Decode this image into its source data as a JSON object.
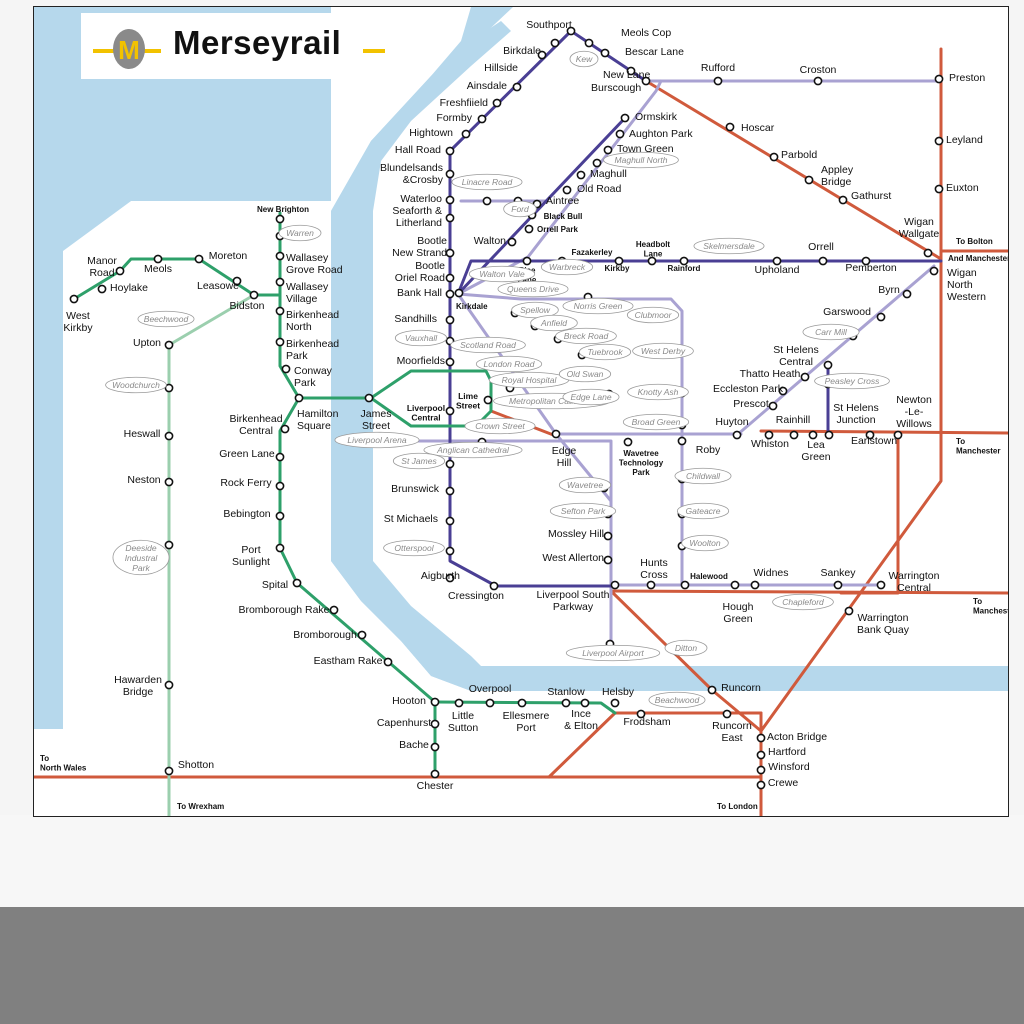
{
  "title": "Merseyrail",
  "logo_letter": "M",
  "colors": {
    "water": "#b6d8ec",
    "land": "#ffffff",
    "wirral_line": "#2ea06a",
    "chester_branch": "#2ea06a",
    "northern_line": "#4a3f94",
    "city_line": "#a9a2d2",
    "national_rail": "#d05a3c",
    "borderlands": "#9bcfae",
    "logo_yellow": "#f2c200",
    "logo_grey": "#8a8a8a"
  },
  "stations": [
    {
      "id": "southport",
      "name": "Southport"
    },
    {
      "id": "meols_cop",
      "name": "Meols Cop"
    },
    {
      "id": "bescar_lane",
      "name": "Bescar Lane"
    },
    {
      "id": "kew",
      "name": "Kew"
    },
    {
      "id": "new_lane",
      "name": "New Lane"
    },
    {
      "id": "burscough",
      "name": "Burscough"
    },
    {
      "id": "rufford",
      "name": "Rufford"
    },
    {
      "id": "croston",
      "name": "Croston"
    },
    {
      "id": "preston",
      "name": "Preston"
    },
    {
      "id": "birkdale",
      "name": "Birkdale"
    },
    {
      "id": "hillside",
      "name": "Hillside"
    },
    {
      "id": "ainsdale",
      "name": "Ainsdale"
    },
    {
      "id": "freshfield",
      "name": "Freshfiield"
    },
    {
      "id": "formby",
      "name": "Formby"
    },
    {
      "id": "hightown",
      "name": "Hightown"
    },
    {
      "id": "hall_road",
      "name": "Hall Road"
    },
    {
      "id": "blundellsands",
      "name": "Blundelsands &Crosby"
    },
    {
      "id": "waterloo",
      "name": "Waterloo"
    },
    {
      "id": "seaforth",
      "name": "Seaforth & Litherland"
    },
    {
      "id": "bootle_new_strand",
      "name": "Bootle New Strand"
    },
    {
      "id": "bootle_oriel_road",
      "name": "Bootle Oriel Road"
    },
    {
      "id": "bank_hall",
      "name": "Bank Hall"
    },
    {
      "id": "sandhills",
      "name": "Sandhills"
    },
    {
      "id": "vauxhall",
      "name": "Vauxhall"
    },
    {
      "id": "moorfields",
      "name": "Moorfields"
    },
    {
      "id": "liverpool_central",
      "name": "Liverpool Central"
    },
    {
      "id": "lime_street",
      "name": "Lime Street"
    },
    {
      "id": "james_street",
      "name": "James Street"
    },
    {
      "id": "ormskirk",
      "name": "Ormskirk"
    },
    {
      "id": "aughton_park",
      "name": "Aughton Park"
    },
    {
      "id": "town_green",
      "name": "Town Green"
    },
    {
      "id": "maghull_north",
      "name": "Maghull North"
    },
    {
      "id": "maghull",
      "name": "Maghull"
    },
    {
      "id": "old_road",
      "name": "Old Road"
    },
    {
      "id": "aintree",
      "name": "Aintree"
    },
    {
      "id": "linacre_road",
      "name": "Linacre Road"
    },
    {
      "id": "ford",
      "name": "Ford"
    },
    {
      "id": "black_bull",
      "name": "Black Bull"
    },
    {
      "id": "orrell_park",
      "name": "Orrell Park"
    },
    {
      "id": "walton",
      "name": "Walton"
    },
    {
      "id": "kirkdale",
      "name": "Kirkdale"
    },
    {
      "id": "hoscar",
      "name": "Hoscar"
    },
    {
      "id": "parbold",
      "name": "Parbold"
    },
    {
      "id": "appley_bridge",
      "name": "Appley Bridge"
    },
    {
      "id": "gathurst",
      "name": "Gathurst"
    },
    {
      "id": "wigan_wallgate",
      "name": "Wigan Wallgate"
    },
    {
      "id": "wigan_north_western",
      "name": "Wigan North Western"
    },
    {
      "id": "leyland",
      "name": "Leyland"
    },
    {
      "id": "euxton",
      "name": "Euxton"
    },
    {
      "id": "fazakerley",
      "name": "Fazakerley"
    },
    {
      "id": "headbolt_lane",
      "name": "Headbolt Lane"
    },
    {
      "id": "kirkby",
      "name": "Kirkby"
    },
    {
      "id": "rainford",
      "name": "Rainford"
    },
    {
      "id": "skelmersdale",
      "name": "Skelmersdale"
    },
    {
      "id": "upholand",
      "name": "Upholand"
    },
    {
      "id": "orrell",
      "name": "Orrell"
    },
    {
      "id": "pemberton",
      "name": "Pemberton"
    },
    {
      "id": "rice_lane",
      "name": "Rice Lane"
    },
    {
      "id": "warbreck",
      "name": "Warbreck"
    },
    {
      "id": "walton_vale",
      "name": "Walton Vale"
    },
    {
      "id": "queens_drive",
      "name": "Queens Drive"
    },
    {
      "id": "spellow",
      "name": "Spellow"
    },
    {
      "id": "anfield",
      "name": "Anfield"
    },
    {
      "id": "breck_road",
      "name": "Breck Road"
    },
    {
      "id": "tuebrook",
      "name": "Tuebrook"
    },
    {
      "id": "norris_green",
      "name": "Norris Green"
    },
    {
      "id": "clubmoor",
      "name": "Clubmoor"
    },
    {
      "id": "west_derby",
      "name": "West Derby"
    },
    {
      "id": "knotty_ash",
      "name": "Knotty Ash"
    },
    {
      "id": "broad_green",
      "name": "Broad Green"
    },
    {
      "id": "roby",
      "name": "Roby"
    },
    {
      "id": "huyton",
      "name": "Huyton"
    },
    {
      "id": "whiston",
      "name": "Whiston"
    },
    {
      "id": "rainhill",
      "name": "Rainhill"
    },
    {
      "id": "lea_green",
      "name": "Lea Green"
    },
    {
      "id": "st_helens_junction",
      "name": "St Helens Junction"
    },
    {
      "id": "earlstown",
      "name": "Earlstown"
    },
    {
      "id": "newton_le_willows",
      "name": "Newton -Le- Willows"
    },
    {
      "id": "scotland_road",
      "name": "Scotland Road"
    },
    {
      "id": "london_road",
      "name": "London Road"
    },
    {
      "id": "royal_hospital",
      "name": "Royal Hospital"
    },
    {
      "id": "metropolitan_cathedral",
      "name": "Metropolitan Cathedral"
    },
    {
      "id": "old_swan",
      "name": "Old Swan"
    },
    {
      "id": "edge_lane",
      "name": "Edge Lane"
    },
    {
      "id": "crown_street",
      "name": "Crown Street"
    },
    {
      "id": "edge_hill",
      "name": "Edge Hill"
    },
    {
      "id": "wavetree_tech",
      "name": "Wavetree Technology Park"
    },
    {
      "id": "liverpool_arena",
      "name": "Liverpool Arena"
    },
    {
      "id": "anglican_cathedral",
      "name": "Anglican Cathedral"
    },
    {
      "id": "st_james",
      "name": "St James"
    },
    {
      "id": "brunswick",
      "name": "Brunswick"
    },
    {
      "id": "st_michaels",
      "name": "St Michaels"
    },
    {
      "id": "otterspool",
      "name": "Otterspool"
    },
    {
      "id": "aigburth",
      "name": "Aigburth"
    },
    {
      "id": "cressington",
      "name": "Cressington"
    },
    {
      "id": "wavetree",
      "name": "Wavetree"
    },
    {
      "id": "sefton_park",
      "name": "Sefton Park"
    },
    {
      "id": "mossley_hill",
      "name": "Mossley Hill"
    },
    {
      "id": "west_allerton",
      "name": "West Allerton"
    },
    {
      "id": "liverpool_south_parkway",
      "name": "Liverpool South Parkway"
    },
    {
      "id": "liverpool_airport",
      "name": "Liverpool Airport"
    },
    {
      "id": "hunts_cross",
      "name": "Hunts Cross"
    },
    {
      "id": "halewood",
      "name": "Halewood"
    },
    {
      "id": "childwall",
      "name": "Childwall"
    },
    {
      "id": "gateacre",
      "name": "Gateacre"
    },
    {
      "id": "woolton",
      "name": "Woolton"
    },
    {
      "id": "widnes",
      "name": "Widnes"
    },
    {
      "id": "sankey",
      "name": "Sankey"
    },
    {
      "id": "warrington_central",
      "name": "Warrington Central"
    },
    {
      "id": "hough_green",
      "name": "Hough Green"
    },
    {
      "id": "chapleford",
      "name": "Chapleford"
    },
    {
      "id": "warrington_bank_quay",
      "name": "Warrington Bank Quay"
    },
    {
      "id": "ditton",
      "name": "Ditton"
    },
    {
      "id": "runcorn",
      "name": "Runcorn"
    },
    {
      "id": "runcorn_east",
      "name": "Runcorn East"
    },
    {
      "id": "frodsham",
      "name": "Frodsham"
    },
    {
      "id": "helsby",
      "name": "Helsby"
    },
    {
      "id": "beachwood_e",
      "name": "Beachwood"
    },
    {
      "id": "acton_bridge",
      "name": "Acton Bridge"
    },
    {
      "id": "hartford",
      "name": "Hartford"
    },
    {
      "id": "winsford",
      "name": "Winsford"
    },
    {
      "id": "crewe",
      "name": "Crewe"
    },
    {
      "id": "byrn",
      "name": "Byrn"
    },
    {
      "id": "garswood",
      "name": "Garswood"
    },
    {
      "id": "carr_mill",
      "name": "Carr Mill"
    },
    {
      "id": "st_helens_central",
      "name": "St Helens Central"
    },
    {
      "id": "thatto_heath",
      "name": "Thatto Heath"
    },
    {
      "id": "eccleston_park",
      "name": "Eccleston Park"
    },
    {
      "id": "prescot",
      "name": "Prescot"
    },
    {
      "id": "peasley_cross",
      "name": "Peasley Cross"
    },
    {
      "id": "new_brighton",
      "name": "New Brighton"
    },
    {
      "id": "warren",
      "name": "Warren"
    },
    {
      "id": "wallasey_grove_road",
      "name": "Wallasey Grove Road"
    },
    {
      "id": "wallasey_village",
      "name": "Wallasey Village"
    },
    {
      "id": "birkenhead_north",
      "name": "Birkenhead North"
    },
    {
      "id": "birkenhead_park",
      "name": "Birkenhead Park"
    },
    {
      "id": "conway_park",
      "name": "Conway Park"
    },
    {
      "id": "hamilton_square",
      "name": "Hamilton Square"
    },
    {
      "id": "birkenhead_central",
      "name": "Birkenhead Central"
    },
    {
      "id": "green_lane",
      "name": "Green Lane"
    },
    {
      "id": "rock_ferry",
      "name": "Rock Ferry"
    },
    {
      "id": "bebington",
      "name": "Bebington"
    },
    {
      "id": "port_sunlight",
      "name": "Port Sunlight"
    },
    {
      "id": "spital",
      "name": "Spital"
    },
    {
      "id": "bromborough_rake",
      "name": "Bromborough Rake"
    },
    {
      "id": "bromborough",
      "name": "Bromborough"
    },
    {
      "id": "eastham_rake",
      "name": "Eastham Rake"
    },
    {
      "id": "hooton",
      "name": "Hooton"
    },
    {
      "id": "capenhurst",
      "name": "Capenhurst"
    },
    {
      "id": "bache",
      "name": "Bache"
    },
    {
      "id": "chester",
      "name": "Chester"
    },
    {
      "id": "little_sutton",
      "name": "Little Sutton"
    },
    {
      "id": "overpool",
      "name": "Overpool"
    },
    {
      "id": "ellesmere_port",
      "name": "Ellesmere Port"
    },
    {
      "id": "stanlow",
      "name": "Stanlow"
    },
    {
      "id": "ince_elton",
      "name": "Ince & Elton"
    },
    {
      "id": "manor_road",
      "name": "Manor Road"
    },
    {
      "id": "meols",
      "name": "Meols"
    },
    {
      "id": "moreton",
      "name": "Moreton"
    },
    {
      "id": "leasowe",
      "name": "Leasowe"
    },
    {
      "id": "bidston",
      "name": "Bidston"
    },
    {
      "id": "hoylake",
      "name": "Hoylake"
    },
    {
      "id": "west_kirkby",
      "name": "West Kirkby"
    },
    {
      "id": "beechwood_w",
      "name": "Beechwood"
    },
    {
      "id": "upton",
      "name": "Upton"
    },
    {
      "id": "woodchurch",
      "name": "Woodchurch"
    },
    {
      "id": "heswall",
      "name": "Heswall"
    },
    {
      "id": "neston",
      "name": "Neston"
    },
    {
      "id": "deeside",
      "name": "Deeside Industral Park"
    },
    {
      "id": "hawarden_bridge",
      "name": "Hawarden Bridge"
    },
    {
      "id": "shotton",
      "name": "Shotton"
    }
  ],
  "destinations": [
    {
      "id": "to_bolton",
      "name": "To Bolton"
    },
    {
      "id": "and_manchester",
      "name": "And Manchester"
    },
    {
      "id": "to_manchester_1",
      "name": "To Manchester"
    },
    {
      "id": "to_manchester_2",
      "name": "To Manchest"
    },
    {
      "id": "to_north_wales",
      "name": "To North Wales"
    },
    {
      "id": "to_wrexham",
      "name": "To Wrexham"
    },
    {
      "id": "to_london",
      "name": "To London"
    }
  ]
}
